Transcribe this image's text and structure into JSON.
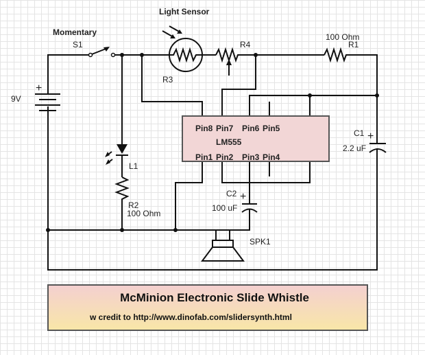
{
  "title_box": {
    "title": "McMinion Electronic Slide Whistle",
    "credit": "w credit to http://www.dinofab.com/slidersynth.html"
  },
  "components": {
    "switch": {
      "ref": "S1",
      "label": "Momentary"
    },
    "battery": {
      "value": "9V"
    },
    "ldr": {
      "ref": "R3",
      "label": "Light Sensor"
    },
    "pot": {
      "ref": "R4"
    },
    "r1": {
      "ref": "R1",
      "value": "100 Ohm"
    },
    "led": {
      "ref": "L1"
    },
    "r2": {
      "ref": "R2",
      "value": "100 Ohm"
    },
    "c1": {
      "ref": "C1",
      "value": "2.2 uF",
      "polarity": "+"
    },
    "c2": {
      "ref": "C2",
      "value": "100 uF",
      "polarity": "+"
    },
    "speaker": {
      "ref": "SPK1"
    },
    "ic": {
      "name": "LM555",
      "top_pins": [
        "Pin8",
        "Pin7",
        "Pin6",
        "Pin5"
      ],
      "bottom_pins": [
        "Pin1",
        "Pin2",
        "Pin3",
        "Pin4"
      ]
    }
  },
  "battery_polarity": "+"
}
